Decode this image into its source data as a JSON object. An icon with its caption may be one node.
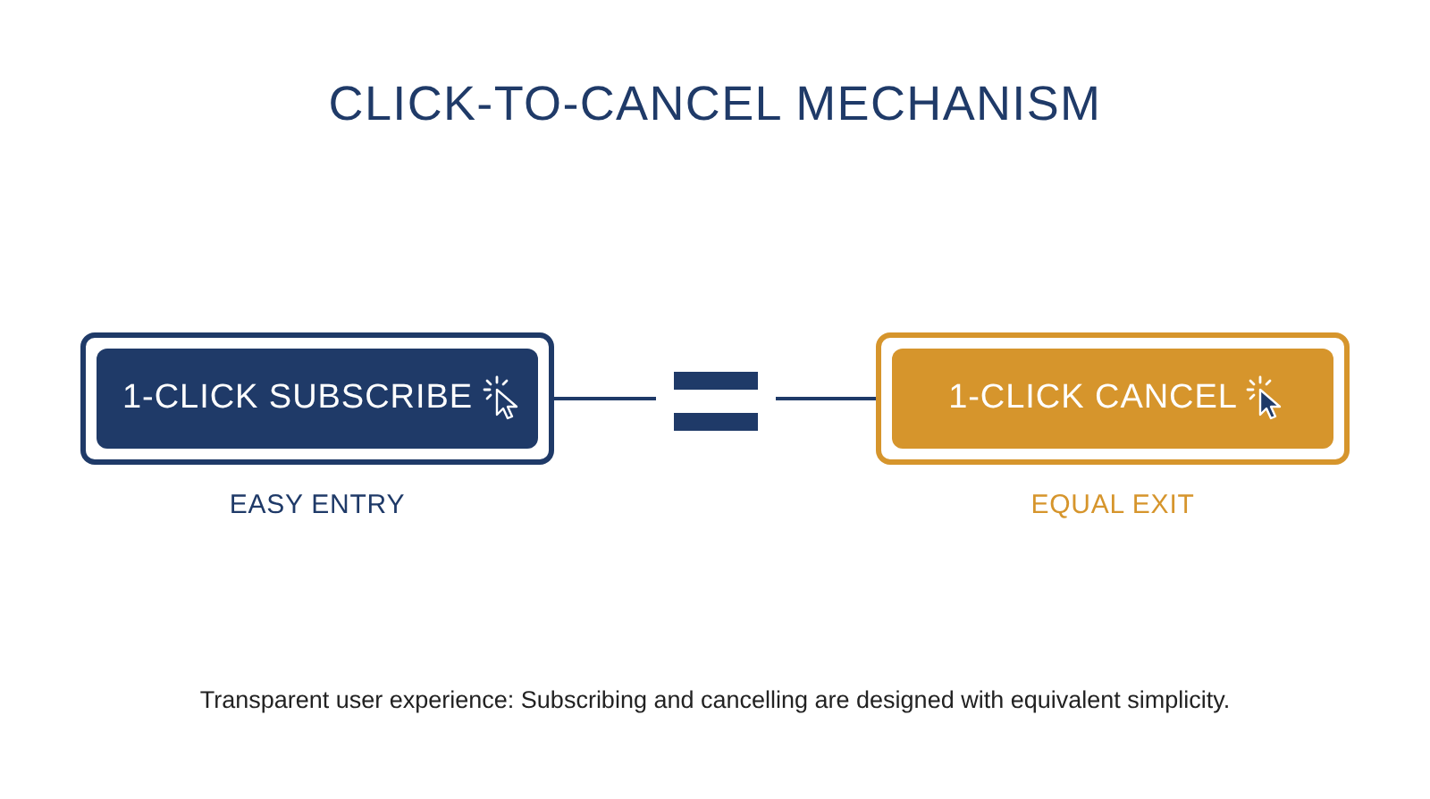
{
  "diagram": {
    "title": "CLICK-TO-CANCEL MECHANISM",
    "caption": "Transparent user experience: Subscribing and cancelling are designed with equivalent simplicity.",
    "nodes": [
      {
        "text": [
          "1-CLICK SUBSCRIBE"
        ],
        "beside": [
          "EASY ENTRY"
        ]
      },
      {
        "text": [],
        "shape": "equals"
      },
      {
        "text": [
          "1-CLICK CANCEL"
        ],
        "beside": [
          "EQUAL EXIT"
        ]
      }
    ],
    "edges": [
      {
        "from": 0,
        "to": 1,
        "arrow": "none"
      },
      {
        "from": 1,
        "to": 2,
        "arrow": "none"
      }
    ]
  }
}
